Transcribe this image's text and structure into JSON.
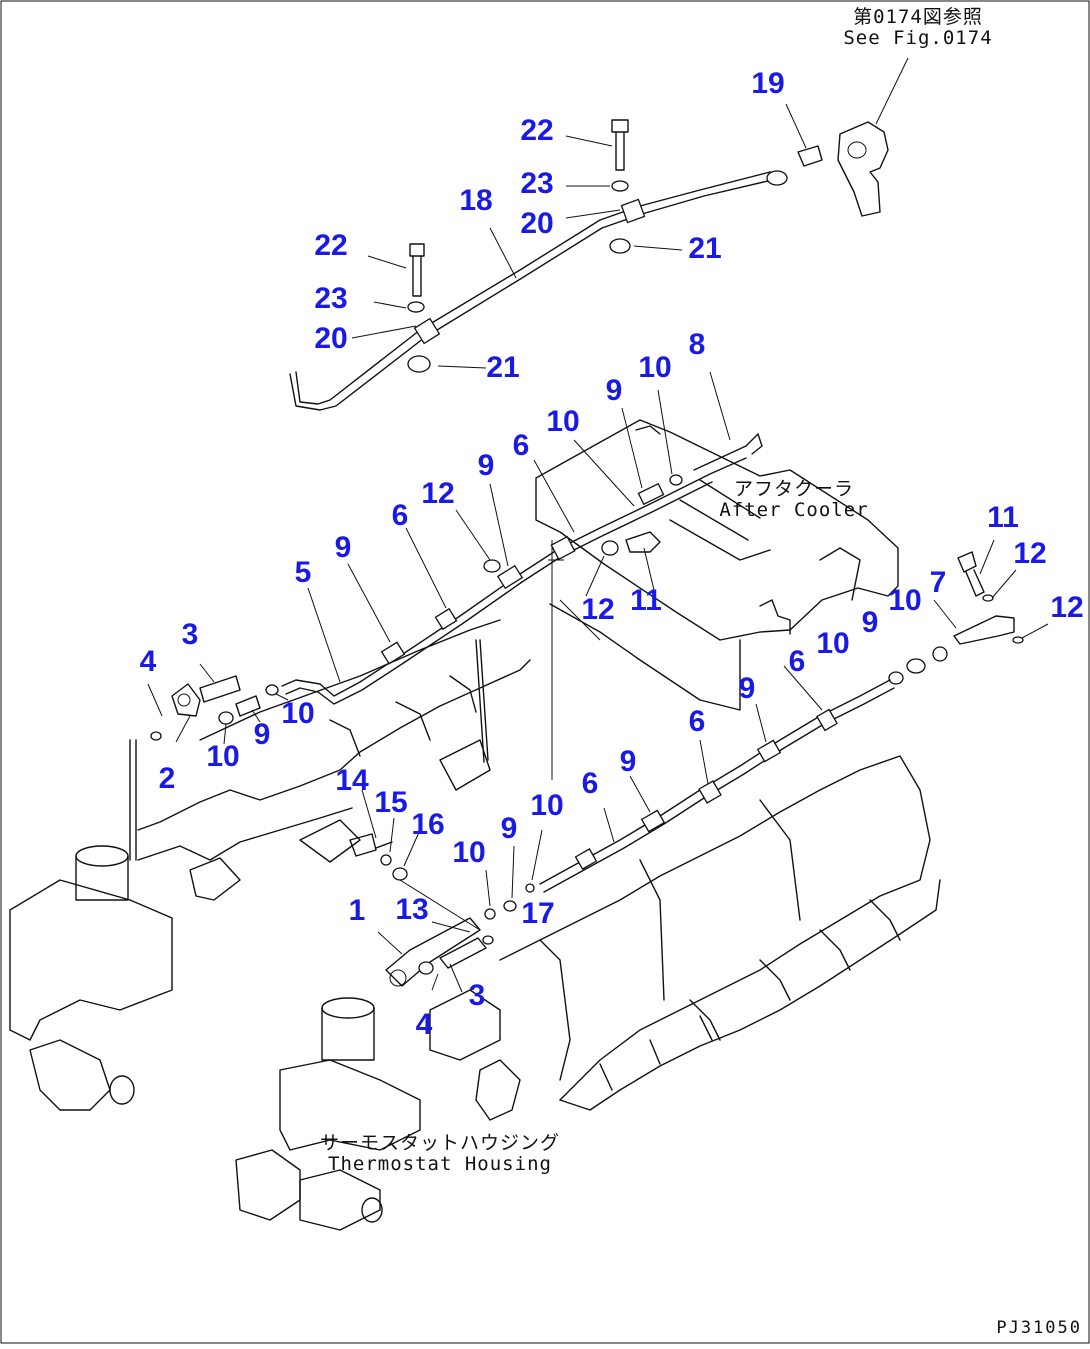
{
  "diagram": {
    "reference_note": {
      "line1": "第0174図参照",
      "line2": "See Fig.0174"
    },
    "aftercooler_label": {
      "jp": "アフタクーラ",
      "en": "After Cooler"
    },
    "thermostat_label": {
      "jp": "サーモスタットハウジング",
      "en": "Thermostat Housing"
    },
    "drawing_code": "PJ31050",
    "callouts": [
      {
        "id": "c19",
        "text": "19"
      },
      {
        "id": "c22a",
        "text": "22"
      },
      {
        "id": "c23a",
        "text": "23"
      },
      {
        "id": "c18",
        "text": "18"
      },
      {
        "id": "c20a",
        "text": "20"
      },
      {
        "id": "c21a",
        "text": "21"
      },
      {
        "id": "c22b",
        "text": "22"
      },
      {
        "id": "c23b",
        "text": "23"
      },
      {
        "id": "c20b",
        "text": "20"
      },
      {
        "id": "c21b",
        "text": "21"
      },
      {
        "id": "c8",
        "text": "8"
      },
      {
        "id": "c10a",
        "text": "10"
      },
      {
        "id": "c9a",
        "text": "9"
      },
      {
        "id": "c10b",
        "text": "10"
      },
      {
        "id": "c6a",
        "text": "6"
      },
      {
        "id": "c9b",
        "text": "9"
      },
      {
        "id": "c12a",
        "text": "12"
      },
      {
        "id": "c6b",
        "text": "6"
      },
      {
        "id": "c9c",
        "text": "9"
      },
      {
        "id": "c5",
        "text": "5"
      },
      {
        "id": "c12b",
        "text": "12"
      },
      {
        "id": "c11a",
        "text": "11"
      },
      {
        "id": "c3a",
        "text": "3"
      },
      {
        "id": "c4a",
        "text": "4"
      },
      {
        "id": "c10c",
        "text": "10"
      },
      {
        "id": "c9d",
        "text": "9"
      },
      {
        "id": "c10d",
        "text": "10"
      },
      {
        "id": "c2",
        "text": "2"
      },
      {
        "id": "c11b",
        "text": "11"
      },
      {
        "id": "c12c",
        "text": "12"
      },
      {
        "id": "c7",
        "text": "7"
      },
      {
        "id": "c10e",
        "text": "10"
      },
      {
        "id": "c12d",
        "text": "12"
      },
      {
        "id": "c9e",
        "text": "9"
      },
      {
        "id": "c10f",
        "text": "10"
      },
      {
        "id": "c6c",
        "text": "6"
      },
      {
        "id": "c9f",
        "text": "9"
      },
      {
        "id": "c6d",
        "text": "6"
      },
      {
        "id": "c9g",
        "text": "9"
      },
      {
        "id": "c6e",
        "text": "6"
      },
      {
        "id": "c14",
        "text": "14"
      },
      {
        "id": "c15",
        "text": "15"
      },
      {
        "id": "c16",
        "text": "16"
      },
      {
        "id": "c10g",
        "text": "10"
      },
      {
        "id": "c9h",
        "text": "9"
      },
      {
        "id": "c10h",
        "text": "10"
      },
      {
        "id": "c17",
        "text": "17"
      },
      {
        "id": "c1",
        "text": "1"
      },
      {
        "id": "c13",
        "text": "13"
      },
      {
        "id": "c3b",
        "text": "3"
      },
      {
        "id": "c4b",
        "text": "4"
      }
    ]
  }
}
